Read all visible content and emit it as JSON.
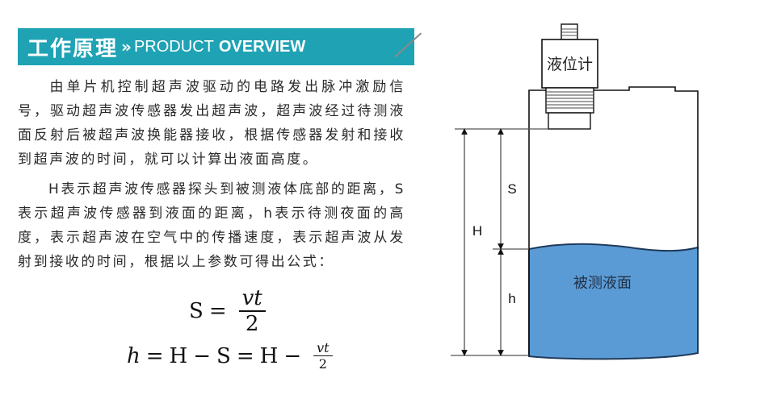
{
  "header": {
    "title_cn": "工作原理",
    "chevrons": "»",
    "title_en_light": "PRODUCT",
    "title_en_bold": "OVERVIEW",
    "band_color": "#1fa3b4"
  },
  "paragraphs": [
    {
      "text": "由单片机控制超声波驱动的电路发出脉冲激励信号，驱动超声波传感器发出超声波，超声波经过待测液面反射后被超声波换能器接收，根据传感器发射和接收到超声波的时间，就可以计算出液面高度。"
    },
    {
      "text": "H表示超声波传感器探头到被测液体底部的距离，S表示超声波传感器到液面的距离，h表示待测夜面的高度，表示超声波在空气中的传播速度，表示超声波从发射到接收的时间，根据以上参数可得出公式："
    }
  ],
  "formulas": {
    "f1": {
      "lhs": "S",
      "eq": "=",
      "num": "vt",
      "den": "2"
    },
    "f2": {
      "lhs": "h",
      "eq1": "=",
      "t1": "H",
      "minus1": "−",
      "t2": "S",
      "eq2": "=",
      "t3": "H",
      "minus2": "−",
      "num": "vt",
      "den": "2"
    }
  },
  "diagram": {
    "sensor_label": "液位计",
    "liquid_label": "被测液面",
    "dim_H": "H",
    "dim_S": "S",
    "dim_h": "h",
    "liquid_color": "#5b9bd5",
    "liquid_stroke": "#1f3a5a"
  }
}
